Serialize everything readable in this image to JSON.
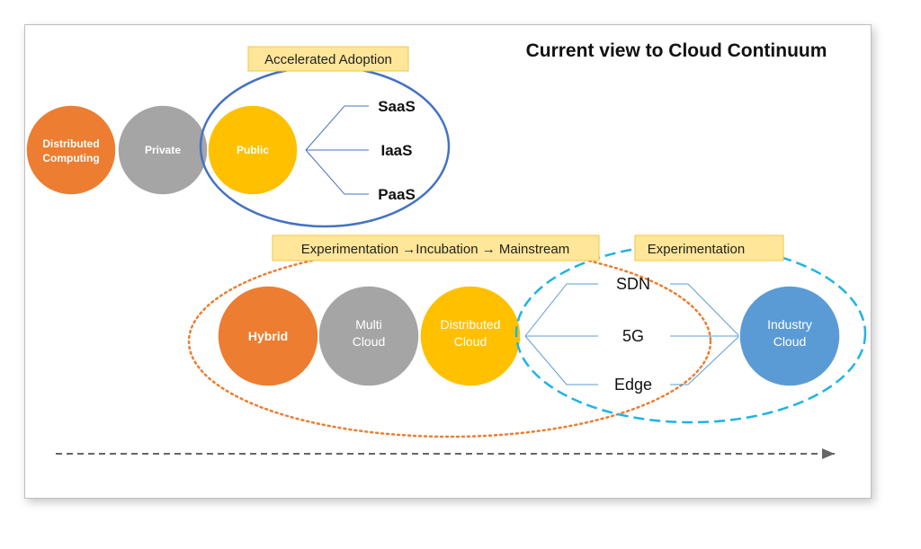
{
  "title": "Current view to Cloud Continuum",
  "top_row": {
    "label": "Accelerated Adoption",
    "circles": [
      {
        "line1": "Distributed",
        "line2": "Computing",
        "color": "#ED7D31"
      },
      {
        "line1": "Private",
        "line2": "",
        "color": "#A5A5A5"
      },
      {
        "line1": "Public",
        "line2": "",
        "color": "#FFC000"
      }
    ],
    "branches": [
      "SaaS",
      "IaaS",
      "PaaS"
    ],
    "ellipse_color": "#4472C4"
  },
  "bottom_row": {
    "label_main": "Experimentation →Incubation → Mainstream",
    "label_side": "Experimentation",
    "circles": [
      {
        "line1": "Hybrid",
        "line2": "",
        "color": "#ED7D31"
      },
      {
        "line1": "Multi",
        "line2": "Cloud",
        "color": "#A5A5A5"
      },
      {
        "line1": "Distributed",
        "line2": "Cloud",
        "color": "#FFC000"
      }
    ],
    "branches": [
      "SDN",
      "5G",
      "Edge"
    ],
    "target": {
      "line1": "Industry",
      "line2": "Cloud",
      "color": "#5B9BD5"
    },
    "dotted_ellipse_color": "#ED7D31",
    "dashed_ellipse_color": "#1EB4E6"
  },
  "tag_fill": "#FFE699",
  "tag_border": "#F4C542"
}
